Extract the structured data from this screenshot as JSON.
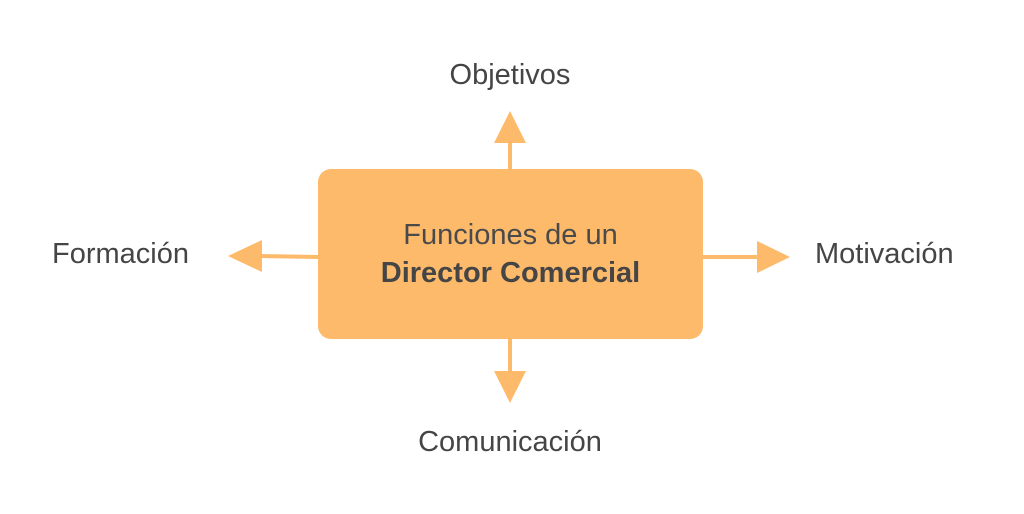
{
  "center": {
    "line1": "Funciones de un",
    "line2": "Director Comercial"
  },
  "branches": {
    "top": "Objetivos",
    "left": "Formación",
    "right": "Motivación",
    "bottom": "Comunicación"
  },
  "colors": {
    "accent": "#FDBA6B",
    "text": "#454545"
  }
}
